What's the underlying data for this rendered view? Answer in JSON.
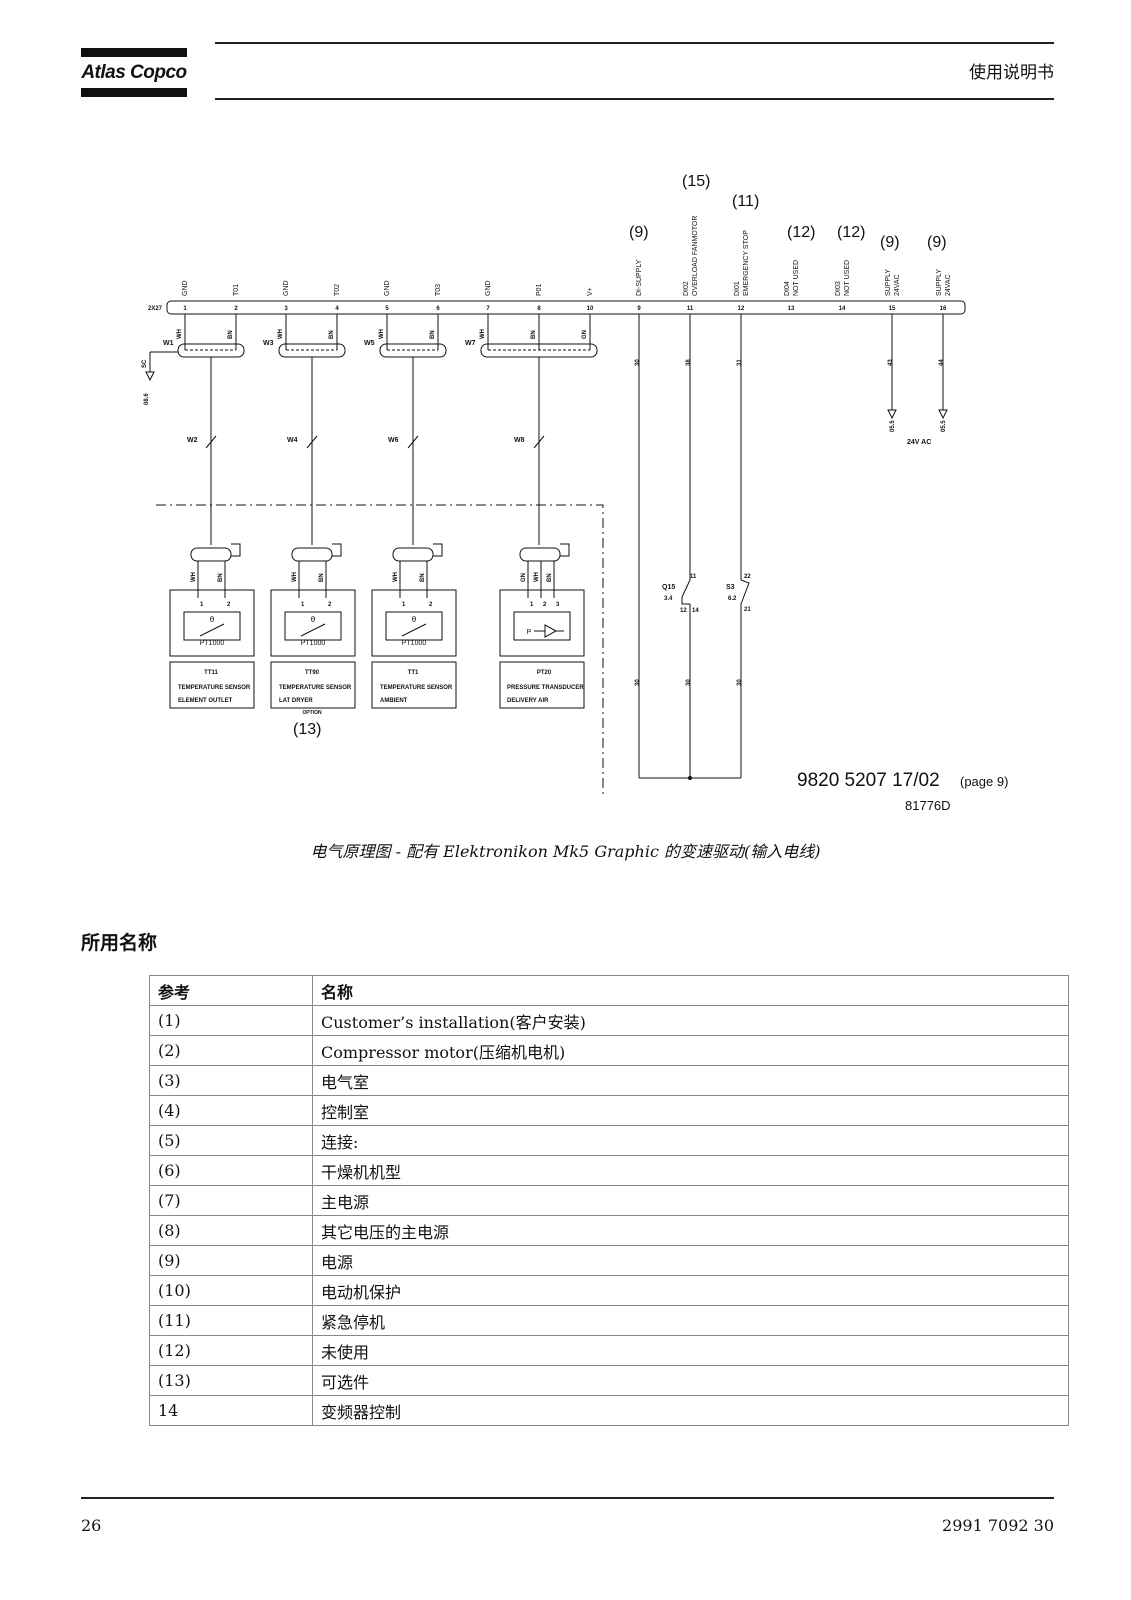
{
  "header": {
    "logo": "Atlas Copco",
    "title": "使用说明书"
  },
  "diagram": {
    "refs": {
      "r15": "(15)",
      "r11": "(11)",
      "r9a": "(9)",
      "r12a": "(12)",
      "r12b": "(12)",
      "r9b": "(9)",
      "r9c": "(9)",
      "r13": "(13)"
    },
    "terminal_strip": "2X27",
    "pins": [
      {
        "no": "1",
        "sig": "GND"
      },
      {
        "no": "2",
        "sig": "T01"
      },
      {
        "no": "3",
        "sig": "GND"
      },
      {
        "no": "4",
        "sig": "T02"
      },
      {
        "no": "5",
        "sig": "GND"
      },
      {
        "no": "6",
        "sig": "T03"
      },
      {
        "no": "7",
        "sig": "GND"
      },
      {
        "no": "8",
        "sig": "P01"
      },
      {
        "no": "10",
        "sig": "V+"
      },
      {
        "no": "9",
        "sig": "DI-SUPPLY"
      },
      {
        "no": "11",
        "sig": "DI02"
      },
      {
        "no": "12",
        "sig": "DI01"
      },
      {
        "no": "13",
        "sig": "DI04"
      },
      {
        "no": "14",
        "sig": "DI03"
      },
      {
        "no": "15",
        "sig": "SUPPLY"
      },
      {
        "no": "16",
        "sig": "SUPPLY"
      }
    ],
    "pin_sub": {
      "p11": "OVERLOAD FANMOTOR",
      "p12": "EMERGENCY STOP",
      "p13": "NOT USED",
      "p14": "NOT USED",
      "p15": "24VAC",
      "p16": "24VAC"
    },
    "cables": {
      "w1": "W1",
      "w3": "W3",
      "w5": "W5",
      "w7": "W7",
      "w2": "W2",
      "w4": "W4",
      "w6": "W6",
      "w8": "W8"
    },
    "wire_colors": {
      "wh": "WH",
      "bn": "BN",
      "gn": "GN"
    },
    "wire_nums": {
      "w30": "30",
      "w38": "38",
      "w31": "31",
      "w43": "43",
      "w44": "44"
    },
    "ground": {
      "sc": "SC",
      "ref": "08.6"
    },
    "supply_ref": "05.5",
    "supply_label": "24V AC",
    "contacts": {
      "q15": "Q15",
      "q15_ref": "3.4",
      "s3": "S3",
      "s3_ref": "6.2",
      "c11": "11",
      "c12": "12",
      "c14": "14",
      "c22": "22",
      "c21": "21"
    },
    "sensors": [
      {
        "element": "PT1000",
        "tag": "TT11",
        "line1": "TEMPERATURE SENSOR",
        "line2": "ELEMENT OUTLET",
        "line3": ""
      },
      {
        "element": "PT1000",
        "tag": "TT90",
        "line1": "TEMPERATURE SENSOR",
        "line2": "LAT DRYER",
        "line3": "OPTION"
      },
      {
        "element": "PT1000",
        "tag": "TT1",
        "line1": "TEMPERATURE SENSOR",
        "line2": "AMBIENT",
        "line3": ""
      },
      {
        "element": "P",
        "tag": "PT20",
        "line1": "PRESSURE TRANSDUCER",
        "line2": "DELIVERY AIR",
        "line3": ""
      }
    ],
    "theta": "θ",
    "pin_small": {
      "one": "1",
      "two": "2",
      "three": "3"
    },
    "doc_no": "9820 5207 17/02",
    "doc_page": "(page 9)",
    "drawing_no": "81776D"
  },
  "caption": "电气原理图 - 配有 Elektronikon Mk5 Graphic 的变速驱动(输入电线)",
  "section_title": "所用名称",
  "table": {
    "headers": [
      "参考",
      "名称"
    ],
    "rows": [
      [
        "(1)",
        "Customer’s installation(客户安装)"
      ],
      [
        "(2)",
        "Compressor motor(压缩机电机)"
      ],
      [
        "(3)",
        "电气室"
      ],
      [
        "(4)",
        "控制室"
      ],
      [
        "(5)",
        "连接:"
      ],
      [
        "(6)",
        "干燥机机型"
      ],
      [
        "(7)",
        "主电源"
      ],
      [
        "(8)",
        "其它电压的主电源"
      ],
      [
        "(9)",
        "电源"
      ],
      [
        "(10)",
        "电动机保护"
      ],
      [
        "(11)",
        "紧急停机"
      ],
      [
        "(12)",
        "未使用"
      ],
      [
        "(13)",
        "可选件"
      ],
      [
        "14",
        "变频器控制"
      ]
    ]
  },
  "footer": {
    "page": "26",
    "doc": "2991 7092 30"
  }
}
